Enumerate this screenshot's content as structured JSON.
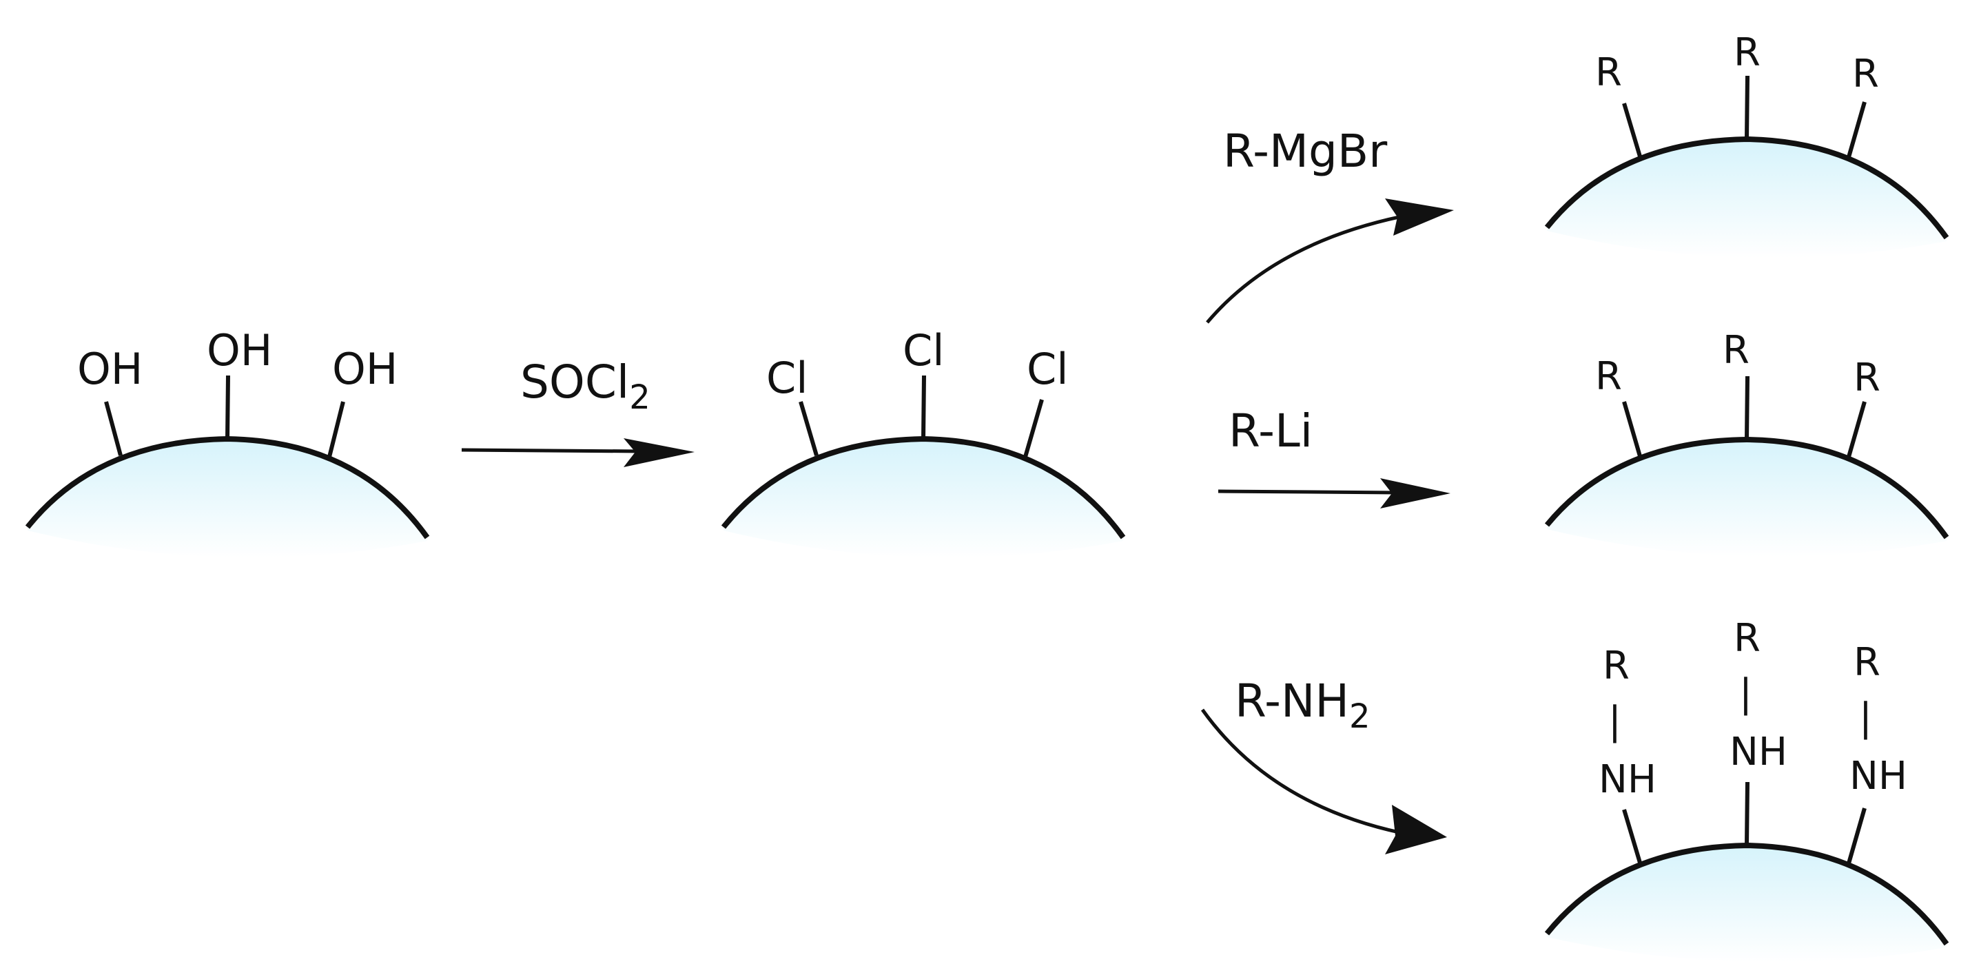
{
  "scheme": {
    "start": {
      "groups": [
        "OH",
        "OH",
        "OH"
      ]
    },
    "step1": {
      "reagent": "SOCl",
      "subscript": "2"
    },
    "intermediate": {
      "groups": [
        "Cl",
        "Cl",
        "Cl"
      ]
    },
    "routes": [
      {
        "reagent": "R-MgBr",
        "reagent_subscript": "",
        "groups": [
          "R",
          "R",
          "R"
        ]
      },
      {
        "reagent": "R-Li",
        "reagent_subscript": "",
        "groups": [
          "R",
          "R",
          "R"
        ]
      },
      {
        "reagent": "R-NH",
        "reagent_subscript": "2",
        "groups": [
          "R",
          "R",
          "R"
        ],
        "linkers": [
          "NH",
          "NH",
          "NH"
        ],
        "bond_glyph": "|"
      }
    ],
    "colors": {
      "particle_fill_top": "#d6f3fb",
      "particle_fill_bottom": "#ffffff",
      "stroke": "#111111"
    }
  }
}
